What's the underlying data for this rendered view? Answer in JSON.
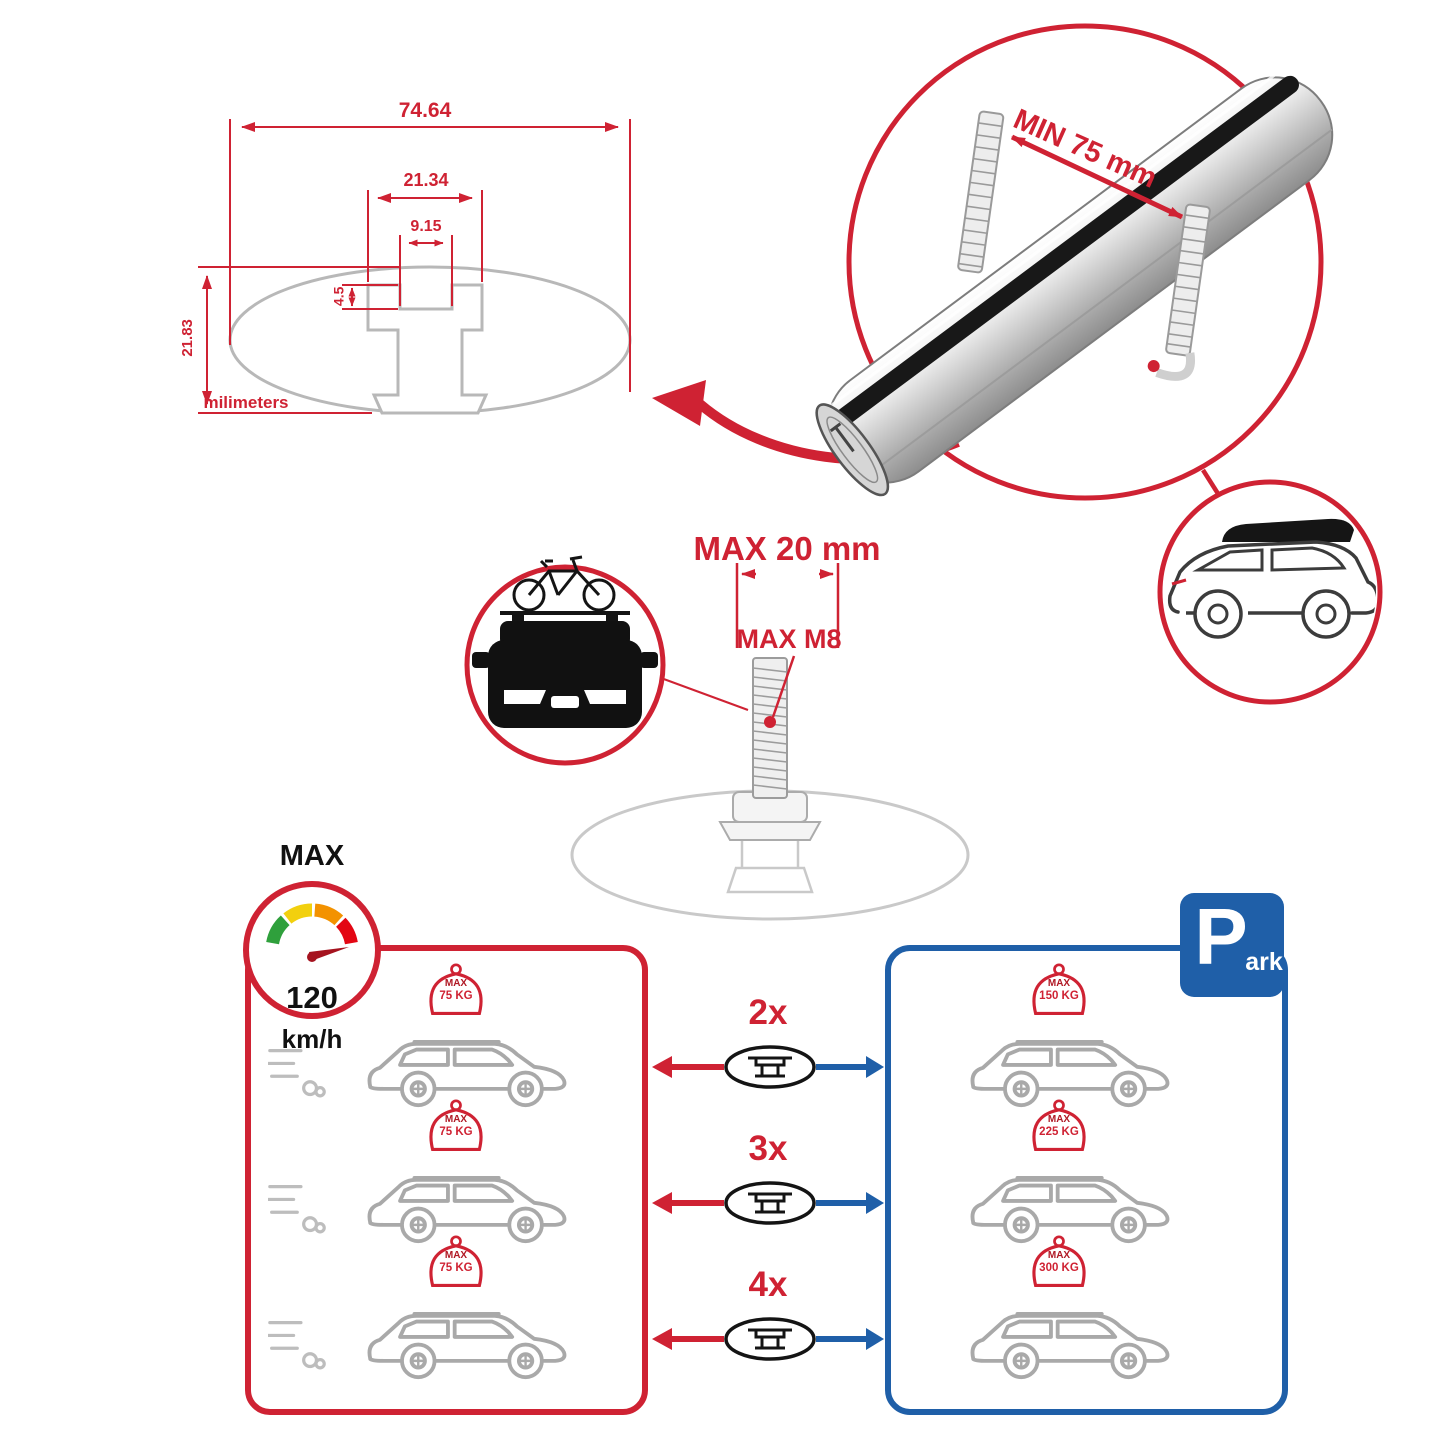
{
  "colors": {
    "red": "#cf2233",
    "blue": "#1f5fa8",
    "gray_lineart": "#a9a9a9",
    "black": "#111111"
  },
  "dimension_drawing": {
    "total_width": "74.64",
    "slot_outer_width": "21.34",
    "slot_inner_width": "9.15",
    "lip_depth": "4.5",
    "total_height": "21.83",
    "units_label": "milimeters"
  },
  "clamp_detail": {
    "min_span_label": "MIN 75 mm"
  },
  "bolt_detail": {
    "max_width_label": "MAX 20 mm",
    "max_thread_label": "MAX M8"
  },
  "speed_limit": {
    "heading": "MAX",
    "value": "120",
    "unit": "km/h"
  },
  "park_sign": {
    "letter": "P",
    "rest": "ark"
  },
  "load_comparison": {
    "rows": [
      {
        "multiplier": "2x",
        "driving": {
          "label": "MAX",
          "value": "75 KG"
        },
        "parked": {
          "label": "MAX",
          "value": "150 KG"
        }
      },
      {
        "multiplier": "3x",
        "driving": {
          "label": "MAX",
          "value": "75 KG"
        },
        "parked": {
          "label": "MAX",
          "value": "225 KG"
        }
      },
      {
        "multiplier": "4x",
        "driving": {
          "label": "MAX",
          "value": "75 KG"
        },
        "parked": {
          "label": "MAX",
          "value": "300 KG"
        }
      }
    ]
  }
}
